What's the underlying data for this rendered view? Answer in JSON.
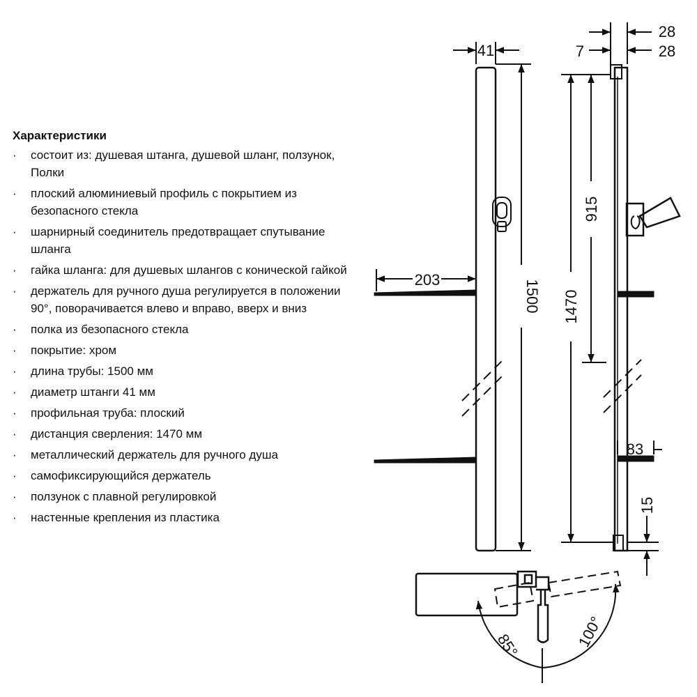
{
  "specs": {
    "title": "Характеристики",
    "bullet": "·",
    "items": [
      "состоит из: душевая штанга, душевой шланг, ползунок, Полки",
      "плоский алюминиевый профиль с покрытием из безопасного стекла",
      "шарнирный соединитель предотвращает спутывание шланга",
      "гайка шланга: для душевых шлангов с конической гайкой",
      "держатель для ручного душа регулируется в положении 90°, поворачивается влево и вправо, вверх и вниз",
      "полка из безопасного стекла",
      "покрытие: хром",
      "длина трубы: 1500 мм",
      "диаметр штанги 41 мм",
      "профильная труба: плоский",
      "дистанция сверления: 1470 мм",
      "металлический держатель для ручного душа",
      "самофиксирующийся держатель",
      "ползунок с плавной регулировкой",
      "настенные крепления из пластика"
    ]
  },
  "dimensions": {
    "front_width": "41",
    "shelf_depth": "203",
    "bar_length": "1500",
    "side_top_a": "28",
    "side_top_b": "28",
    "side_offset": "7",
    "slider_height": "915",
    "drill_distance": "1470",
    "lower_depth": "83",
    "bottom_offset": "15",
    "angle_left": "85°",
    "angle_right": "100°"
  }
}
